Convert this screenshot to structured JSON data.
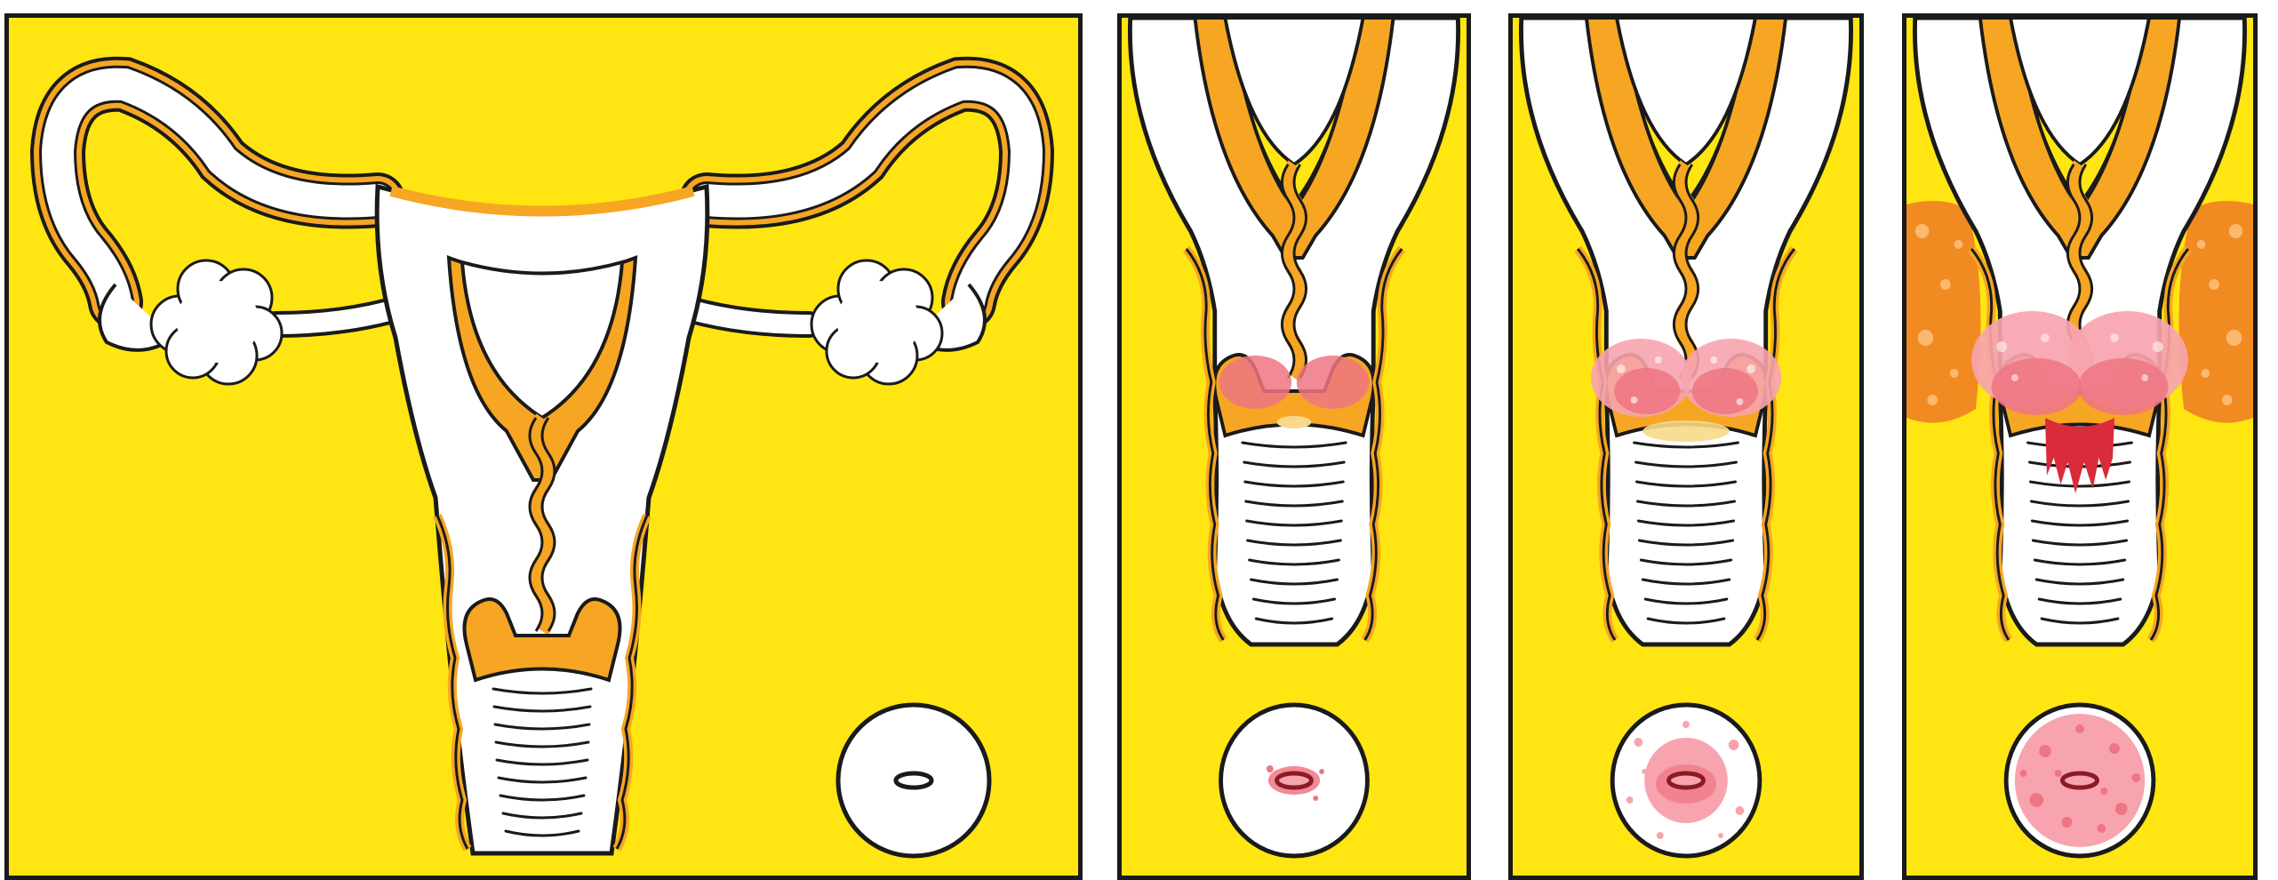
{
  "colors": {
    "background": "#FFE512",
    "outline": "#1a1a1a",
    "organ_fill": "#ffffff",
    "wall": "#F6A623",
    "lesion_light": "#F7A4AE",
    "lesion": "#EE7582",
    "lesion_dark": "#D92B3A",
    "spread": "#F28A22",
    "discharge": "#F7D98A"
  },
  "panels": [
    {
      "id": "normal",
      "icon": "uterus-icon",
      "cervix_view_icon": "cervix-os-icon"
    },
    {
      "id": "early",
      "icon": "cervix-cross-section-icon",
      "cervix_view_icon": "cervix-os-icon"
    },
    {
      "id": "moderate",
      "icon": "cervix-cross-section-icon",
      "cervix_view_icon": "cervix-os-icon"
    },
    {
      "id": "advanced",
      "icon": "cervix-cross-section-icon",
      "cervix_view_icon": "cervix-os-icon"
    }
  ]
}
